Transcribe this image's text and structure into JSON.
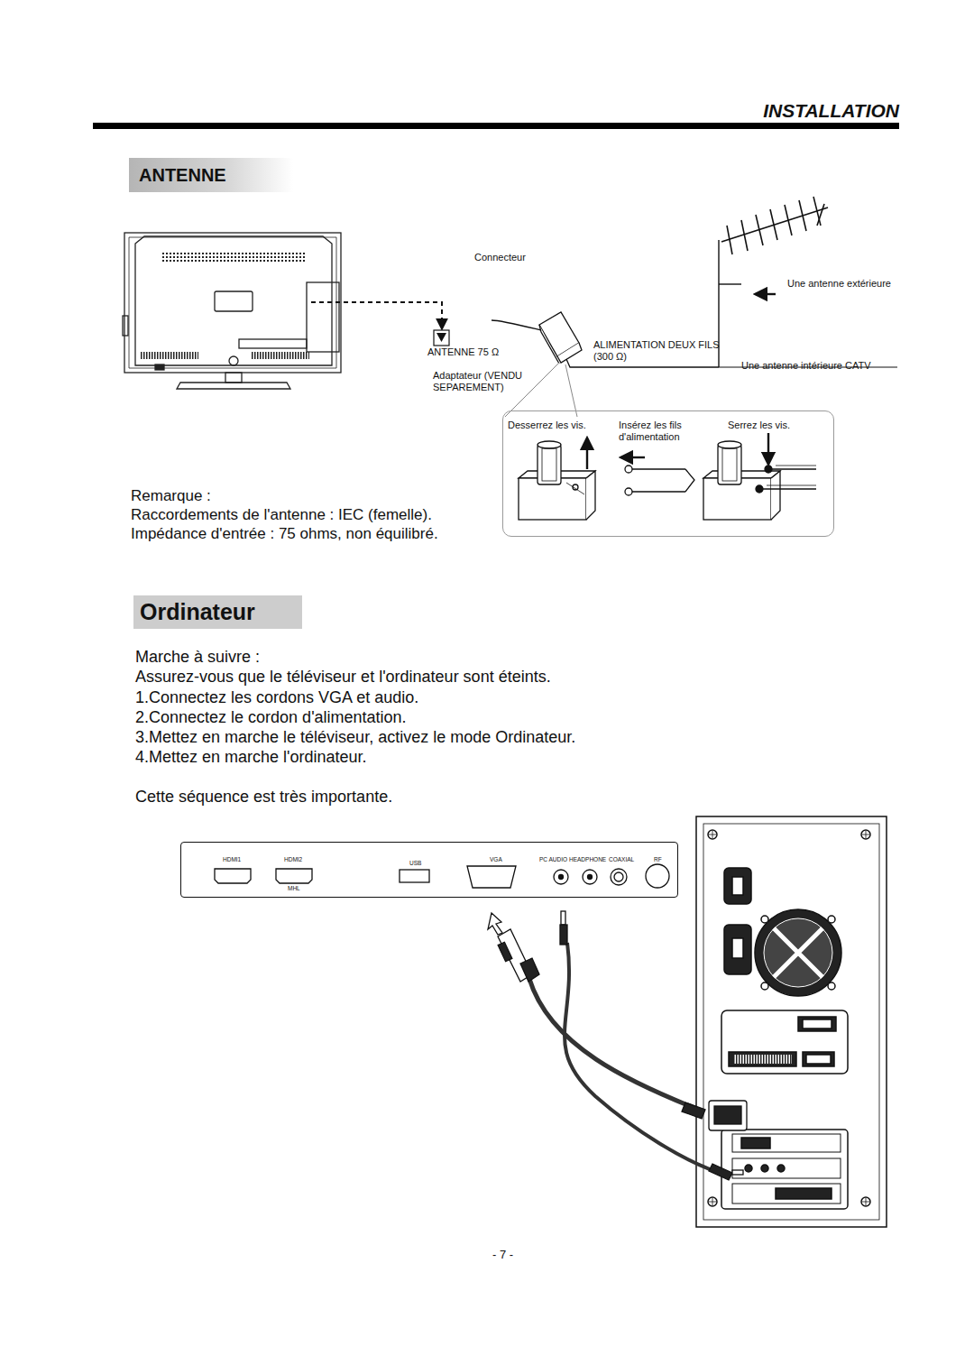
{
  "diagram": {
    "title": "INSTALLATION",
    "nodes": [
      {
        "text": [
          "ANTENNE"
        ]
      },
      {
        "text": [
          "Desserrez les vis.",
          "Insérez les fils d'alimentation",
          "Serrez les vis."
        ]
      },
      {
        "text": [
          "Ordinateur"
        ]
      },
      {
        "text": [
          "HDMI1",
          "HDMI2",
          "MHL",
          "USB",
          "VGA",
          "PC AUDIO",
          "HEADPHONE",
          "COAXIAL",
          "RF"
        ]
      }
    ],
    "labels": [
      "Connecteur",
      "Une antenne extérieure",
      "ANTENNE 75 Ω",
      "ALIMENTATION DEUX FILS (300 Ω)",
      "Une antenne intérieure CATV",
      "Adaptateur (VENDU SEPAREMENT)",
      "Remarque :",
      "Raccordements de l'antenne : IEC (femelle).",
      "Impédance d'entrée : 75 ohms, non équilibré.",
      "Marche à suivre :",
      "Assurez-vous que le téléviseur et l'ordinateur sont éteints.",
      "1.Connectez les cordons VGA et audio.",
      "2.Connectez le cordon d'alimentation.",
      "3.Mettez en marche le téléviseur, activez le mode Ordinateur.",
      "4.Mettez en marche l'ordinateur.",
      "Cette séquence est très importante.",
      "- 7 -"
    ]
  }
}
